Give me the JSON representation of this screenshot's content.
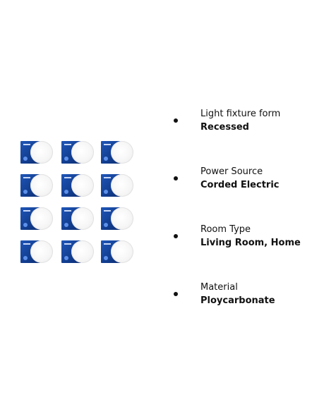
{
  "specs": [
    {
      "label": "Light fixture form",
      "value": "Recessed"
    },
    {
      "label": "Power Source",
      "value": "Corded Electric"
    },
    {
      "label": "Room Type",
      "value": "Living Room, Home"
    },
    {
      "label": "Material",
      "value": "Ploycarbonate"
    }
  ],
  "product_image": {
    "rows": 4,
    "cols": 3,
    "item": "downlight-box-with-disc"
  }
}
